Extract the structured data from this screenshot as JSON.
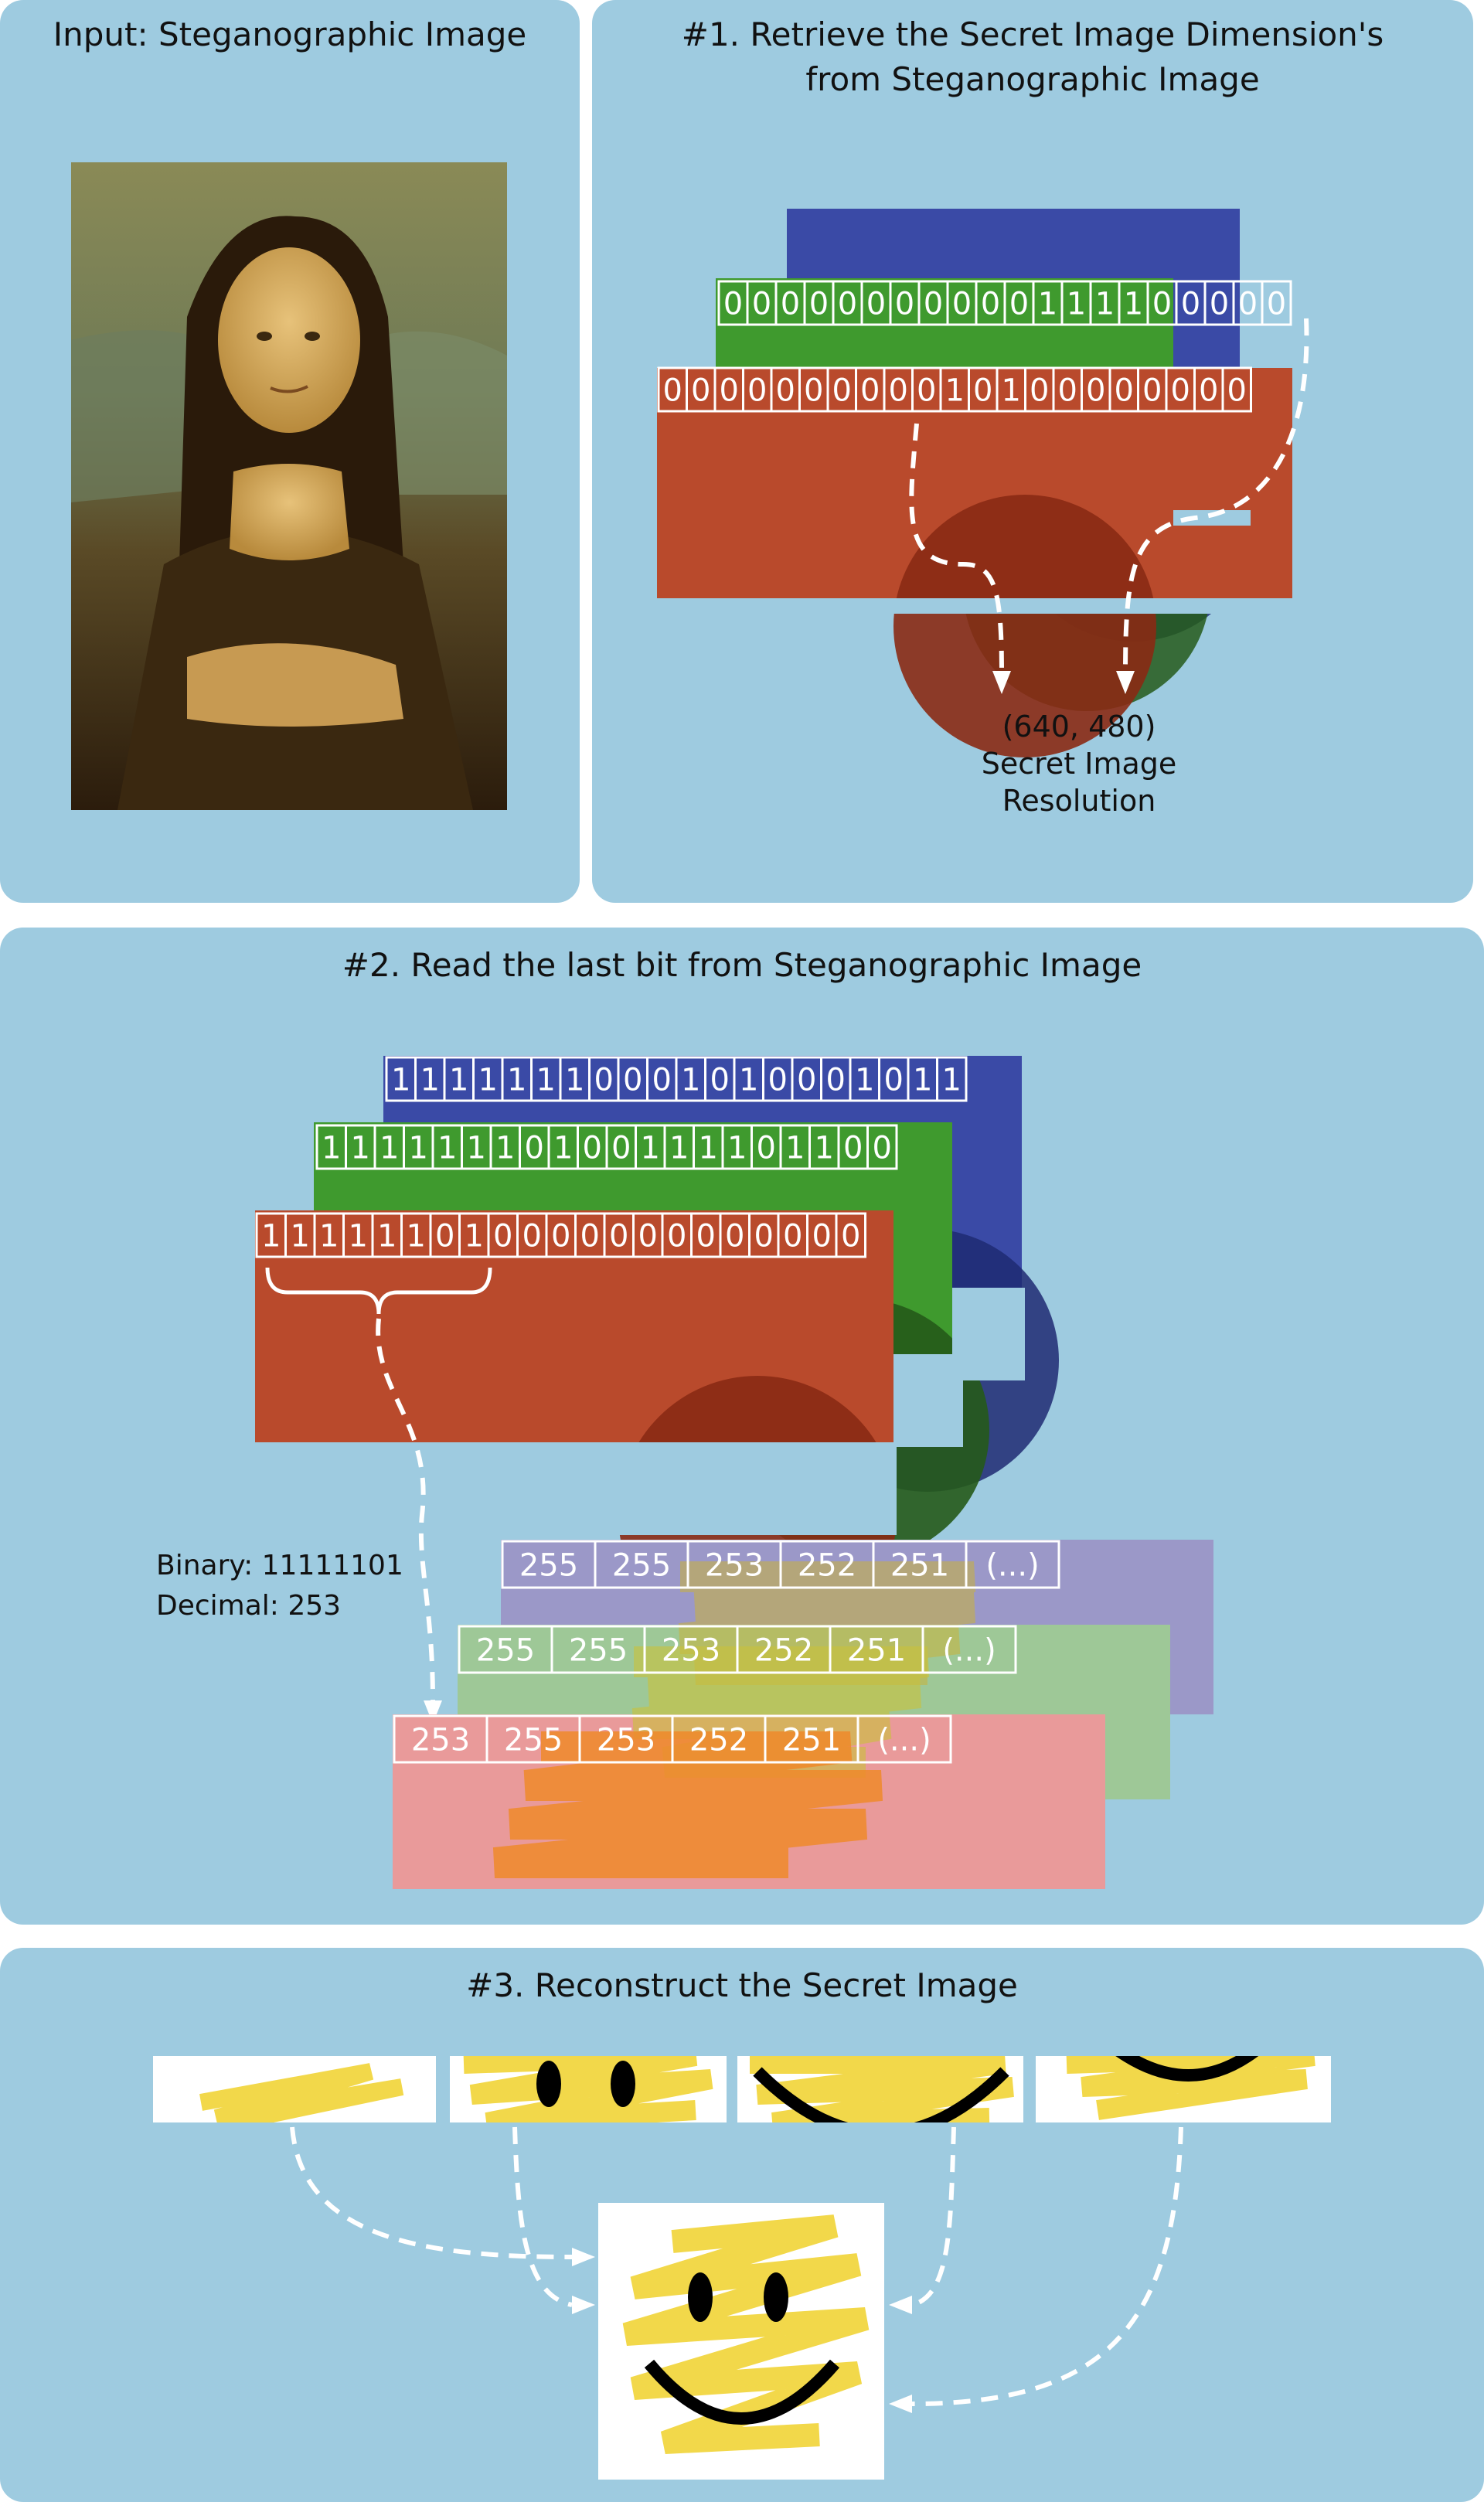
{
  "panels": {
    "input_title": "Input: Steganographic Image",
    "step1_title_line1": "#1. Retrieve the Secret Image Dimension's",
    "step1_title_line2": "from Steganographic Image",
    "step2_title": "#2. Read the last bit from Steganographic Image",
    "step3_title": "#3. Reconstruct the Secret Image"
  },
  "step1": {
    "green_bits": "00000000000111100000",
    "red_bits": "000000000010100000000",
    "resolution": "(640, 480)",
    "caption_line1": "Secret Image",
    "caption_line2": "Resolution"
  },
  "step2": {
    "blue_bits": "11111110001010001011",
    "green_bits": "1111111010011110110 0",
    "red_bits": "111111010000000000000",
    "binary_text": "Binary: 11111101",
    "decimal_text": "Decimal: 253",
    "blue_values": [
      "255",
      "255",
      "253",
      "252",
      "251",
      "(...)"
    ],
    "green_values": [
      "255",
      "255",
      "253",
      "252",
      "251",
      "(...)"
    ],
    "red_values": [
      "253",
      "255",
      "253",
      "252",
      "251",
      "(...)"
    ]
  },
  "colors": {
    "panel": "#9ecbe0",
    "red_channel": "#b94a2c",
    "green_channel": "#3f9a2e",
    "blue_channel": "#3a4aa6",
    "smiley_yellow": "#f2d84a"
  }
}
